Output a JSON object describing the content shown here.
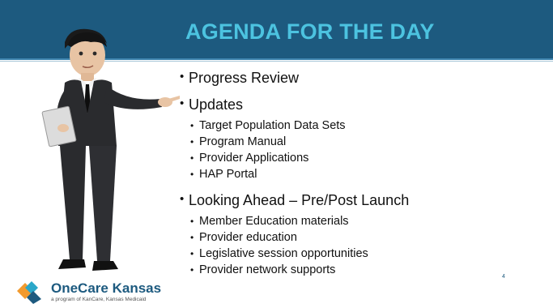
{
  "slide": {
    "title": "AGENDA FOR THE DAY",
    "page_number": "4",
    "colors": {
      "header": "#1d5a7f",
      "title": "#4cc3e0",
      "logo_orange": "#f29a2e",
      "logo_teal": "#2aa7c9",
      "logo_navy": "#1d5a7f"
    }
  },
  "agenda": [
    {
      "label": "Progress Review",
      "children": []
    },
    {
      "label": "Updates",
      "children": [
        "Target Population Data Sets",
        "Program Manual",
        "Provider Applications",
        "HAP Portal"
      ]
    },
    {
      "label": "Looking Ahead – Pre/Post Launch",
      "children": [
        "Member Education materials",
        "Provider education",
        "Legislative session opportunities",
        "Provider network supports"
      ]
    }
  ],
  "logo": {
    "name": "OneCare Kansas",
    "tagline": "a program of KanCare, Kansas Medicaid",
    "icon": "diamond-logo-icon"
  },
  "figure": {
    "icon": "presenter-figure-icon"
  }
}
